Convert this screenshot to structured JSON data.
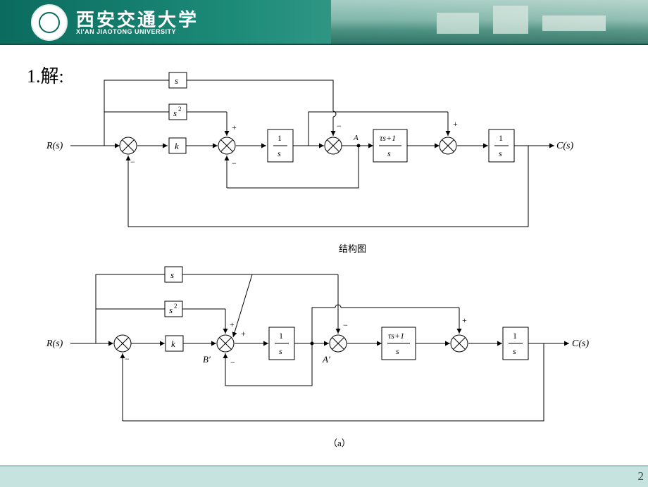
{
  "header": {
    "university_name_cn": "西安交通大学",
    "university_name_en": "XI'AN JIAOTONG UNIVERSITY"
  },
  "slide": {
    "solution_label": "1.解:",
    "page_number": "2"
  },
  "diagram_top": {
    "input": "R(s)",
    "output": "C(s)",
    "blocks": {
      "s": "s",
      "s2_base": "s",
      "s2_exp": "2",
      "k": "k",
      "int_num": "1",
      "int_den": "s",
      "lead_num": "τs+1",
      "lead_den": "s"
    },
    "signs": {
      "plus": "+",
      "minus": "−"
    },
    "point_a": "A",
    "caption": "结构图"
  },
  "diagram_bottom": {
    "input": "R(s)",
    "output": "C(s)",
    "point_b": "B′",
    "point_a": "A′",
    "caption": "（a）"
  }
}
